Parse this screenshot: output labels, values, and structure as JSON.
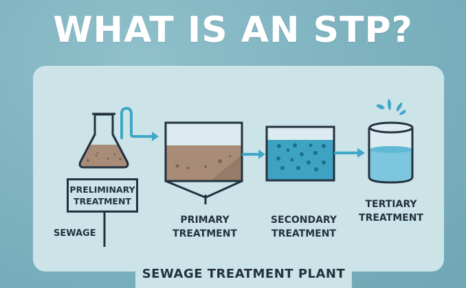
{
  "title": "WHAT IS AN STP?",
  "stages": [
    {
      "id": "preliminary",
      "label_line1": "PRELIMINARY",
      "label_line2": "TREATMENT",
      "icon": "flask-icon",
      "contents_color": "#a98c78"
    },
    {
      "id": "primary",
      "label_line1": "PRIMARY",
      "label_line2": "TREATMENT",
      "icon": "settling-tank-icon",
      "contents_color": "#a98c78"
    },
    {
      "id": "secondary",
      "label_line1": "SECONDARY",
      "label_line2": "TREATMENT",
      "icon": "aeration-tank-icon",
      "contents_color": "#3ea3c2"
    },
    {
      "id": "tertiary",
      "label_line1": "TERTIARY",
      "label_line2": "TREATMENT",
      "icon": "clean-water-cylinder-icon",
      "contents_color": "#7cc7de"
    }
  ],
  "input_label": "SEWAGE",
  "footer_label": "SEWAGE TREATMENT PLANT",
  "colors": {
    "background": "#7fb3c0",
    "panel": "#cce3e8",
    "outline": "#23313f",
    "arrow": "#3fa7c7",
    "sludge": "#a98c78",
    "water": "#3ea3c2"
  }
}
